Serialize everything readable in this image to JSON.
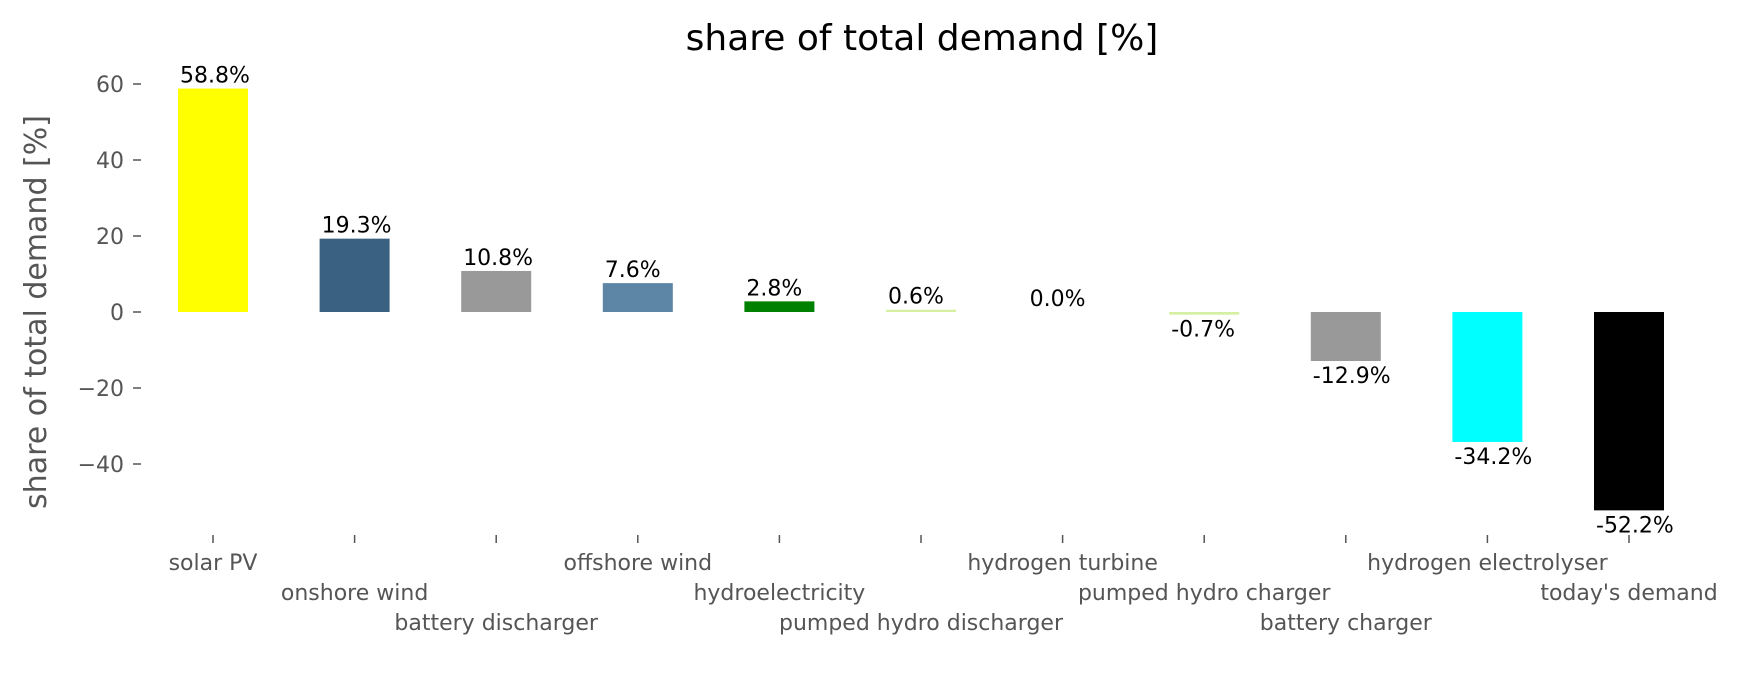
{
  "chart_data": {
    "type": "bar",
    "title": "share of total demand [%]",
    "xlabel": "",
    "ylabel": "share of total demand [%]",
    "ylim": [
      -59,
      66
    ],
    "yticks": [
      60,
      40,
      20,
      0,
      -20,
      -40
    ],
    "ytick_labels": [
      "60",
      "40",
      "20",
      "0",
      "−20",
      "−40"
    ],
    "grid": false,
    "categories": [
      "solar PV",
      "onshore wind",
      "battery discharger",
      "offshore wind",
      "hydroelectricity",
      "pumped hydro discharger",
      "hydrogen turbine",
      "pumped hydro charger",
      "battery charger",
      "hydrogen electrolyser",
      "today's demand"
    ],
    "values": [
      58.8,
      19.3,
      10.8,
      7.6,
      2.8,
      0.6,
      0.0,
      -0.7,
      -12.9,
      -34.2,
      -52.2
    ],
    "data_labels": [
      "58.8%",
      "19.3%",
      "10.8%",
      "7.6%",
      "2.8%",
      "0.6%",
      "0.0%",
      "-0.7%",
      "-12.9%",
      "-34.2%",
      "-52.2%"
    ],
    "colors": [
      "#ffff00",
      "#3b6182",
      "#999999",
      "#5d85a5",
      "#008000",
      "#d4f0a0",
      "#ffffff",
      "#d4f0a0",
      "#999999",
      "#00ffff",
      "#000000"
    ]
  }
}
